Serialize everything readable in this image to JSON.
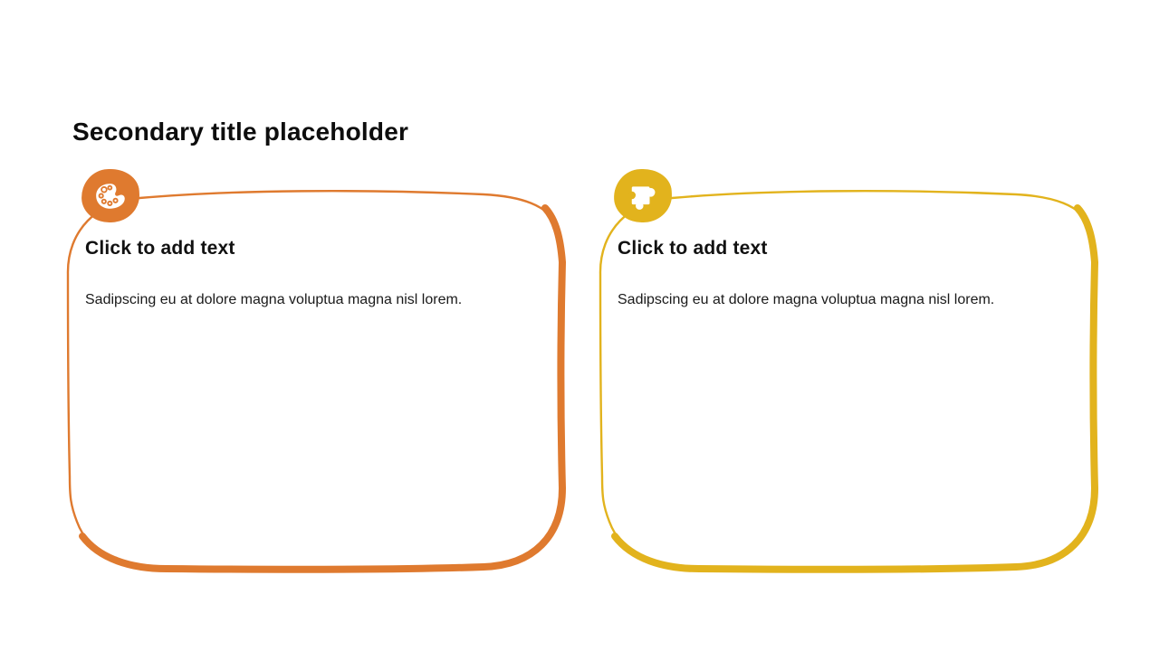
{
  "slide": {
    "title": "Secondary title placeholder",
    "colors": {
      "orange": "#DF7A2F",
      "yellow": "#E2B31D"
    },
    "cards": [
      {
        "id": "orange-card",
        "accent": "#DF7A2F",
        "icon": "palette-icon",
        "heading": "Click to add text",
        "body": "Sadipscing eu at dolore magna voluptua magna nisl lorem."
      },
      {
        "id": "yellow-card",
        "accent": "#E2B31D",
        "icon": "puzzle-icon",
        "heading": "Click to add text",
        "body": "Sadipscing eu at dolore magna voluptua magna nisl lorem."
      }
    ]
  }
}
